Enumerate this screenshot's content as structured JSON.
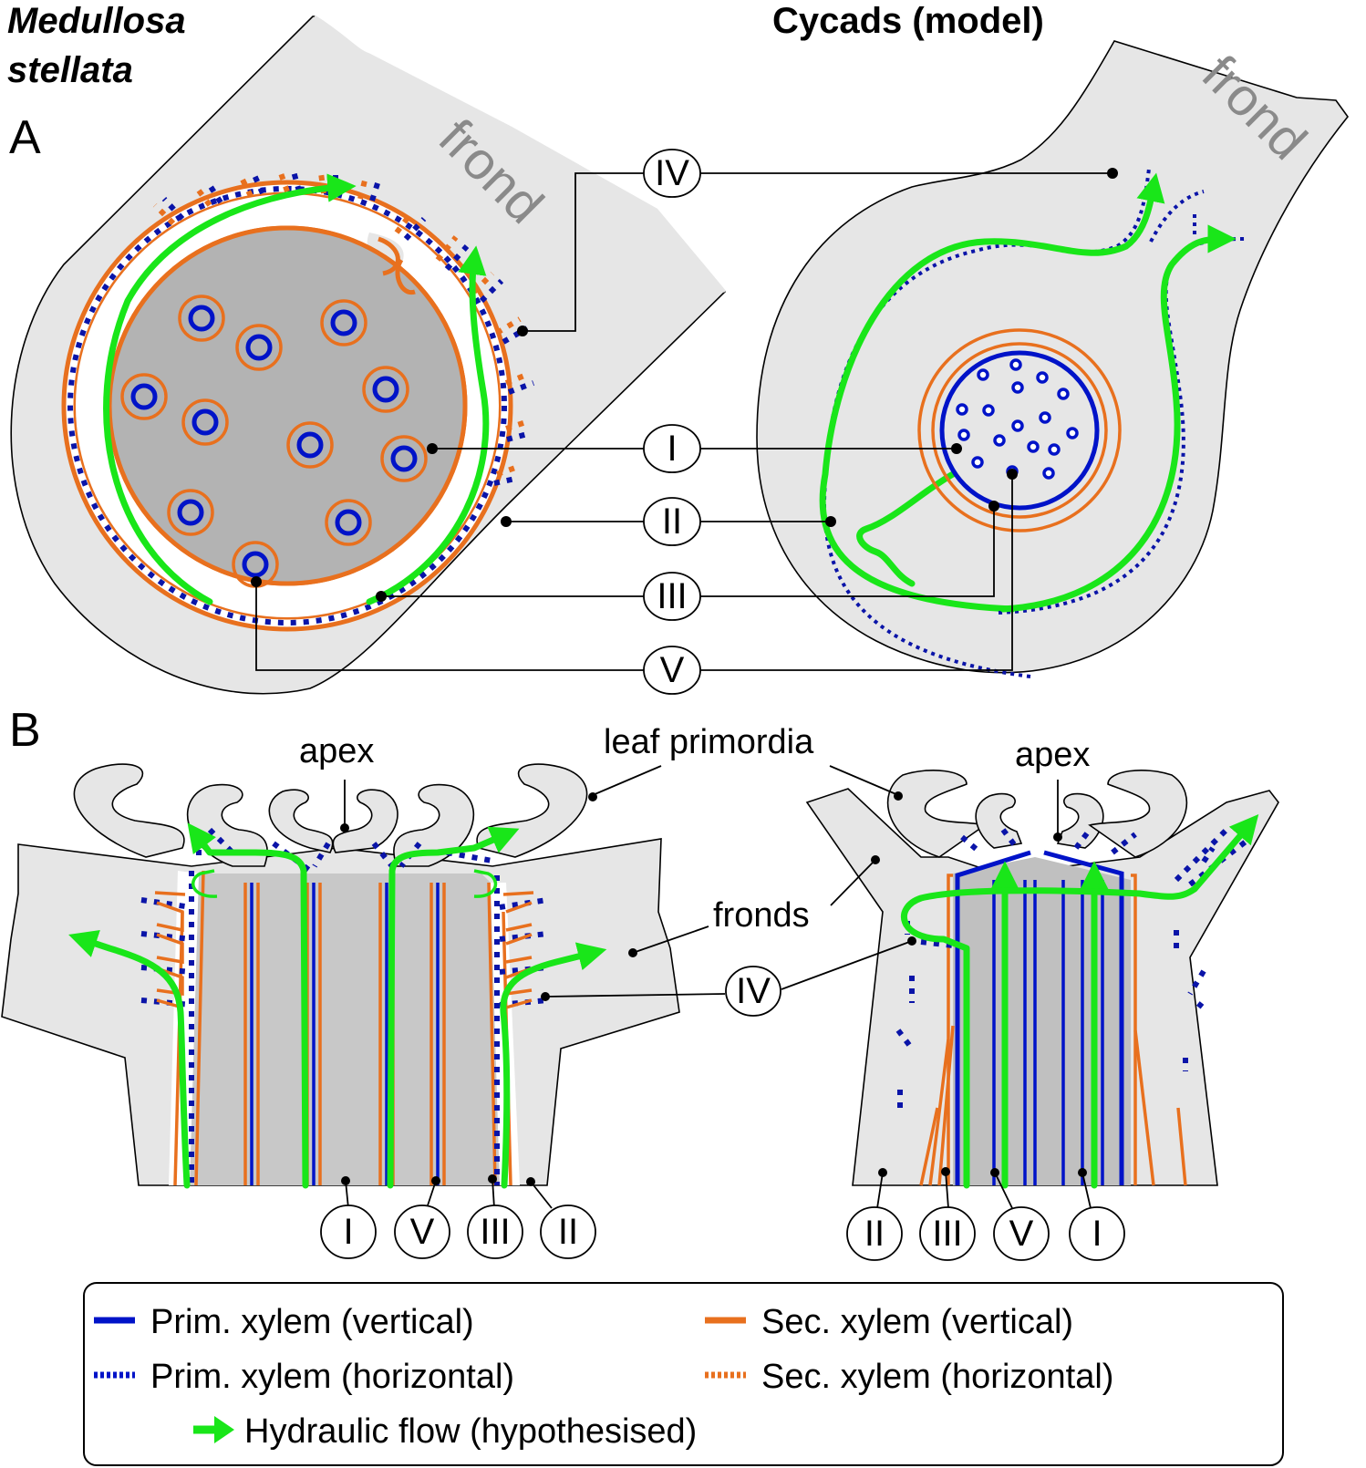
{
  "titles": {
    "left_line1": "Medullosa",
    "left_line2": "stellata",
    "right": "Cycads (model)"
  },
  "panels": {
    "a": "A",
    "b": "B"
  },
  "labels": {
    "frond": "frond",
    "apex": "apex",
    "leaf_primordia": "leaf primordia",
    "fronds": "fronds"
  },
  "callouts": {
    "i": "I",
    "ii": "II",
    "iii": "III",
    "iv": "IV",
    "v": "V"
  },
  "legend": {
    "items": [
      {
        "label": "Prim. xylem (vertical)",
        "color": "#0013c8",
        "style": "solid"
      },
      {
        "label": "Sec. xylem (vertical)",
        "color": "#e8701e",
        "style": "solid"
      },
      {
        "label": "Prim. xylem (horizontal)",
        "color": "#0013c8",
        "style": "dotted"
      },
      {
        "label": "Sec. xylem (horizontal)",
        "color": "#e8701e",
        "style": "dotted"
      },
      {
        "label": "Hydraulic flow (hypothesised)",
        "color": "#19e619",
        "style": "arrow"
      }
    ]
  },
  "colors": {
    "primary_xylem": "#0013c8",
    "secondary_xylem": "#e8701e",
    "hydraulic_flow": "#19e619",
    "tissue": "#e6e6e6",
    "pith": "#b3b3b3"
  }
}
